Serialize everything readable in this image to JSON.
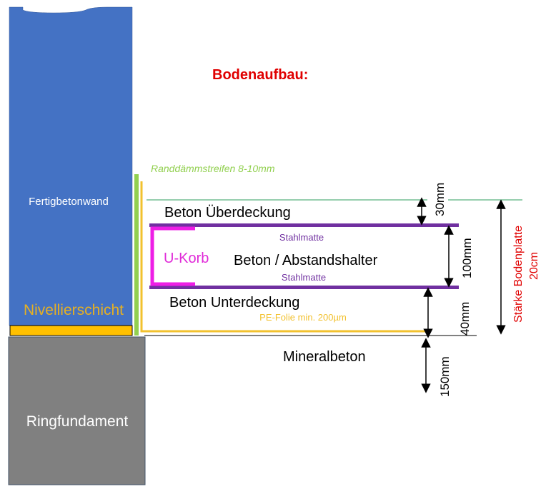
{
  "title": "Bodenaufbau:",
  "colors": {
    "title": "#e00000",
    "wall": "#4472c4",
    "wall_text": "#ffffff",
    "leveling": "#ffc000",
    "leveling_text": "#e6b022",
    "foundation": "#808080",
    "foundation_text": "#ffffff",
    "edge_strip": "#92d050",
    "pe_foil": "#f2c12e",
    "steel_mat": "#7030a0",
    "u_basket": "#ee1ee6",
    "top_line": "#2e9e5e",
    "dim": "#000000",
    "thickness_label": "#e00000"
  },
  "labels": {
    "wall": "Fertigbetonwand",
    "leveling": "Nivellierschicht",
    "foundation": "Ringfundament",
    "edge_strip": "Randdämmstreifen 8-10mm",
    "top_cover": "Beton Überdeckung",
    "steel_mat_top": "Stahlmatte",
    "u_basket": "U-Korb",
    "middle": "Beton  / Abstandshalter",
    "steel_mat_bottom": "Stahlmatte",
    "bottom_cover": "Beton Unterdeckung",
    "pe_foil": "PE-Folie min. 200µm",
    "mineral": "Mineralbeton"
  },
  "dimensions": {
    "top_cover": "30mm",
    "mat_spacing": "100mm",
    "bottom_cover": "40mm",
    "mineral": "150mm",
    "slab_label_line1": "Stärke Bodenplatte",
    "slab_label_line2": "20cm"
  }
}
